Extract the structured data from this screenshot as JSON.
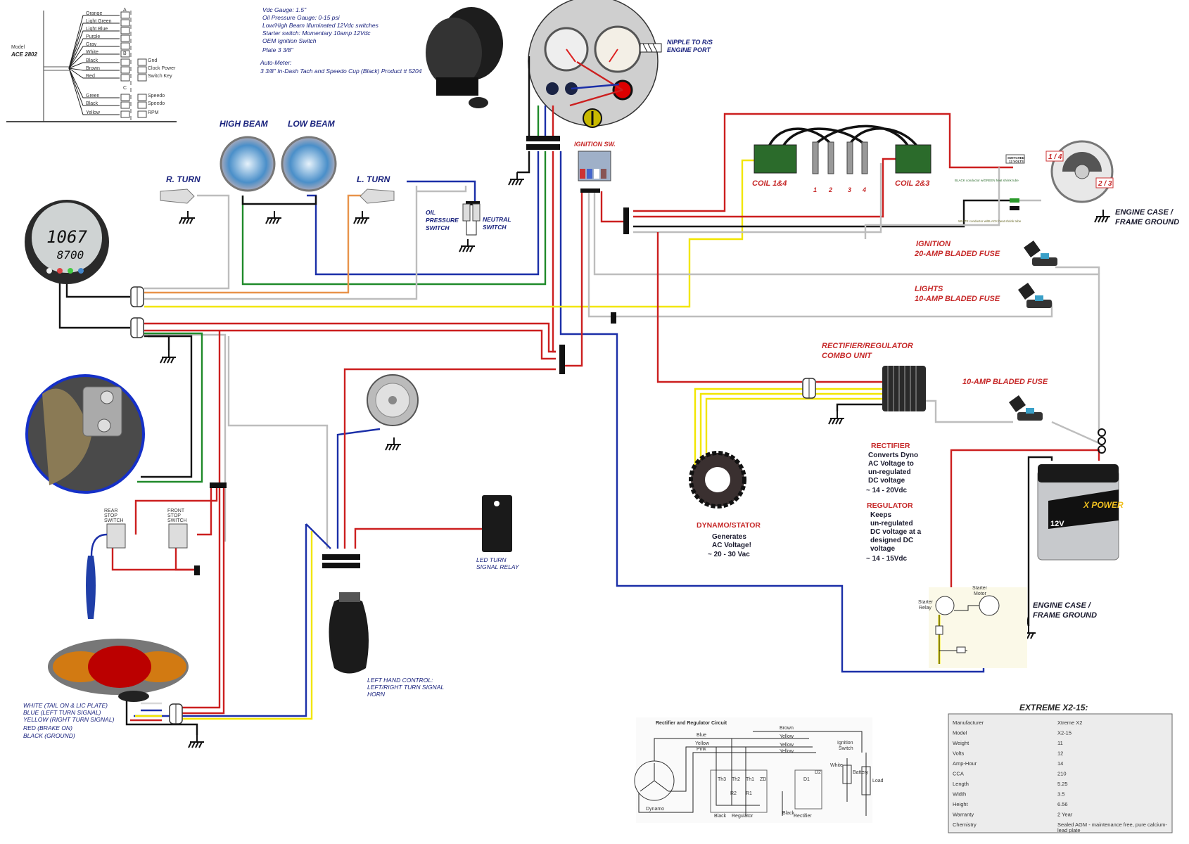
{
  "colors": {
    "red_wire": "#cc1f1f",
    "blue_wire": "#1b2fa8",
    "green_wire": "#1f8a2a",
    "yellow_wire": "#f2e600",
    "gray_wire": "#bdbdbd",
    "orange_wire": "#e8934a",
    "black_wire": "#111111",
    "label_blue": "#1a237e",
    "label_red": "#c62828"
  },
  "ace_diagram": {
    "model_label": "Model",
    "model": "ACE 2802",
    "wires": [
      "Orange",
      "Light Green",
      "Light Blue",
      "Purple",
      "Gray",
      "White",
      "Black",
      "Brown",
      "Red",
      "Green",
      "Black",
      "Yellow"
    ],
    "pins": [
      "Gnd",
      "Clock Power",
      "Switch Key",
      "Speedo",
      "Speedo",
      "RPM"
    ],
    "plug_letters": [
      "A",
      "B",
      "C"
    ]
  },
  "specs": {
    "lines": [
      "Vdc Gauge: 1.5\"",
      "Oil Pressure Gauge: 0-15 psi",
      "Low/High Beam Illuminated 12Vdc switches",
      "Starter switch: Momentary 10amp 12Vdc",
      "OEM Ignition Switch",
      "Plate 3 3/8\""
    ],
    "automet_title": "Auto-Meter:",
    "automet_line": "3 3/8\" In-Dash Tach and Speedo Cup (Black) Product # 5204"
  },
  "labels": {
    "nipple": [
      "NIPPLE TO R/S",
      "ENGINE PORT"
    ],
    "ignition_sw": "IGNITION SW.",
    "high_beam": "HIGH BEAM",
    "low_beam": "LOW BEAM",
    "r_turn": "R. TURN",
    "l_turn": "L. TURN",
    "oil_pressure": [
      "OIL",
      "PRESSURE",
      "SWITCH"
    ],
    "neutral": [
      "NEUTRAL",
      "SWITCH"
    ],
    "coil14": "COIL 1&4",
    "coil23": "COIL 2&3",
    "plugs": [
      "1",
      "2",
      "3",
      "4"
    ],
    "switched": [
      "SWITCHED",
      "12 VOLTS"
    ],
    "black_conductor": "BLACK conductor w/GREEN heat shrink tube",
    "white_conductor": "WHITE conductor w/BLACK heat shrink tube",
    "pickup_14": "1 / 4",
    "pickup_23": "2 / 3",
    "engine_ground_top": [
      "ENGINE CASE /",
      "FRAME GROUND"
    ],
    "ignition_fuse": [
      "IGNITION",
      "20-AMP BLADED FUSE"
    ],
    "lights_fuse": [
      "LIGHTS",
      "10-AMP BLADED FUSE"
    ],
    "rect_reg": [
      "RECTIFIER/REGULATOR",
      "COMBO UNIT"
    ],
    "fuse10": "10-AMP BLADED FUSE",
    "rectifier_title": "RECTIFIER",
    "rectifier_desc": [
      "Converts Dyno",
      "AC Voltage to",
      "un-regulated",
      "DC voltage"
    ],
    "rectifier_v": "~ 14 - 20Vdc",
    "regulator_title": "REGULATOR",
    "regulator_desc": [
      "Keeps",
      "un-regulated",
      "DC voltage at a",
      "designed DC",
      "voltage"
    ],
    "regulator_v": "~ 14 - 15Vdc",
    "dynamo": "DYNAMO/STATOR",
    "dynamo_desc": [
      "Generates",
      "AC Voltage!",
      "~ 20 - 30 Vac"
    ],
    "starter_relay": [
      "Starter",
      "Relay"
    ],
    "starter_motor": [
      "Starter",
      "Motor"
    ],
    "engine_ground_bottom": [
      "ENGINE CASE /",
      "FRAME GROUND"
    ],
    "rear_stop": [
      "REAR",
      "STOP",
      "SWITCH"
    ],
    "front_stop": [
      "FRONT",
      "STOP",
      "SWITCH"
    ],
    "led_relay": [
      "LED TURN",
      "SIGNAL RELAY"
    ],
    "left_hand": [
      "LEFT HAND CONTROL:",
      "LEFT/RIGHT TURN SIGNAL",
      "HORN"
    ],
    "speedo_readout": [
      "1067",
      "8700"
    ],
    "battery_brand": "X POWER",
    "battery_volts": "12V"
  },
  "tail_legend": [
    "WHITE (TAIL ON & LIC PLATE)",
    "BLUE (LEFT TURN SIGNAL)",
    "YELLOW (RIGHT TURN SIGNAL)",
    "RED (BRAKE ON)",
    "BLACK (GROUND)"
  ],
  "rr_circuit": {
    "title": "Rectifier and Regulator Circuit",
    "labels": [
      "Blue",
      "Yellow",
      "Pink",
      "Brown",
      "Yellow",
      "Yellow",
      "Yellow",
      "Ignition",
      "Switch",
      "White",
      "Battery",
      "Load",
      "Dynamo",
      "Black",
      "Regulator",
      "Black",
      "Rectifier",
      "Th3",
      "Th2",
      "Th1",
      "ZD",
      "R2",
      "R1",
      "D1",
      "D2"
    ]
  },
  "battery_table": {
    "title": "EXTREME X2-15:",
    "rows": [
      [
        "Manufacturer",
        "Xtreme X2"
      ],
      [
        "Model",
        "X2-15"
      ],
      [
        "Weight",
        "11"
      ],
      [
        "Volts",
        "12"
      ],
      [
        "Amp-Hour",
        "14"
      ],
      [
        "CCA",
        "210"
      ],
      [
        "Length",
        "5.25"
      ],
      [
        "Width",
        "3.5"
      ],
      [
        "Height",
        "6.56"
      ],
      [
        "Warranty",
        "2 Year"
      ],
      [
        "Chemistry",
        "Sealed AGM - maintenance free, pure calcium-",
        "lead plate"
      ]
    ]
  }
}
